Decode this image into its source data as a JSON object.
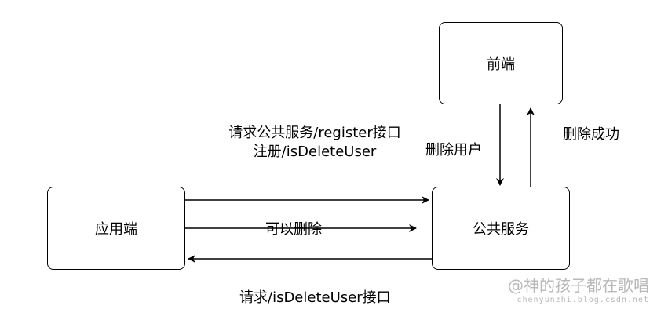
{
  "nodes": {
    "frontend": "前端",
    "app": "应用端",
    "public_service": "公共服务"
  },
  "edges": {
    "register_line1": "请求公共服务/register接口",
    "register_line2": "注册/isDeleteUser",
    "can_delete": "可以删除",
    "request_is_delete": "请求/isDeleteUser接口",
    "delete_user": "删除用户",
    "delete_success": "删除成功"
  },
  "watermark": {
    "main": "@神的孩子都在歌唱",
    "sub": "chenyunzhi.blog.csdn.net"
  }
}
